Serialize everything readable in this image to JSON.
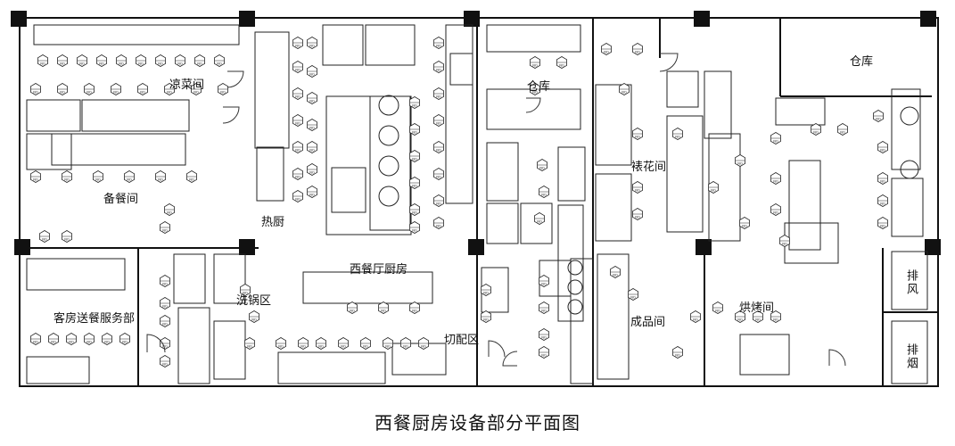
{
  "title": "西餐厨房设备部分平面图",
  "rooms": {
    "cold_dish": "凉菜间",
    "prep": "备餐间",
    "hot_kitchen": "热厨",
    "warehouse_mid": "仓库",
    "warehouse_right": "仓库",
    "pastry": "裱花间",
    "room_service": "客房送餐服务部",
    "dishwash": "洗锅区",
    "western_kitchen": "西餐厅厨房",
    "cutting": "切配区",
    "finished": "成品间",
    "bakery": "烘烤间",
    "exhaust_air": "排风",
    "exhaust_smoke": "排烟"
  },
  "symbol_label": "NO"
}
